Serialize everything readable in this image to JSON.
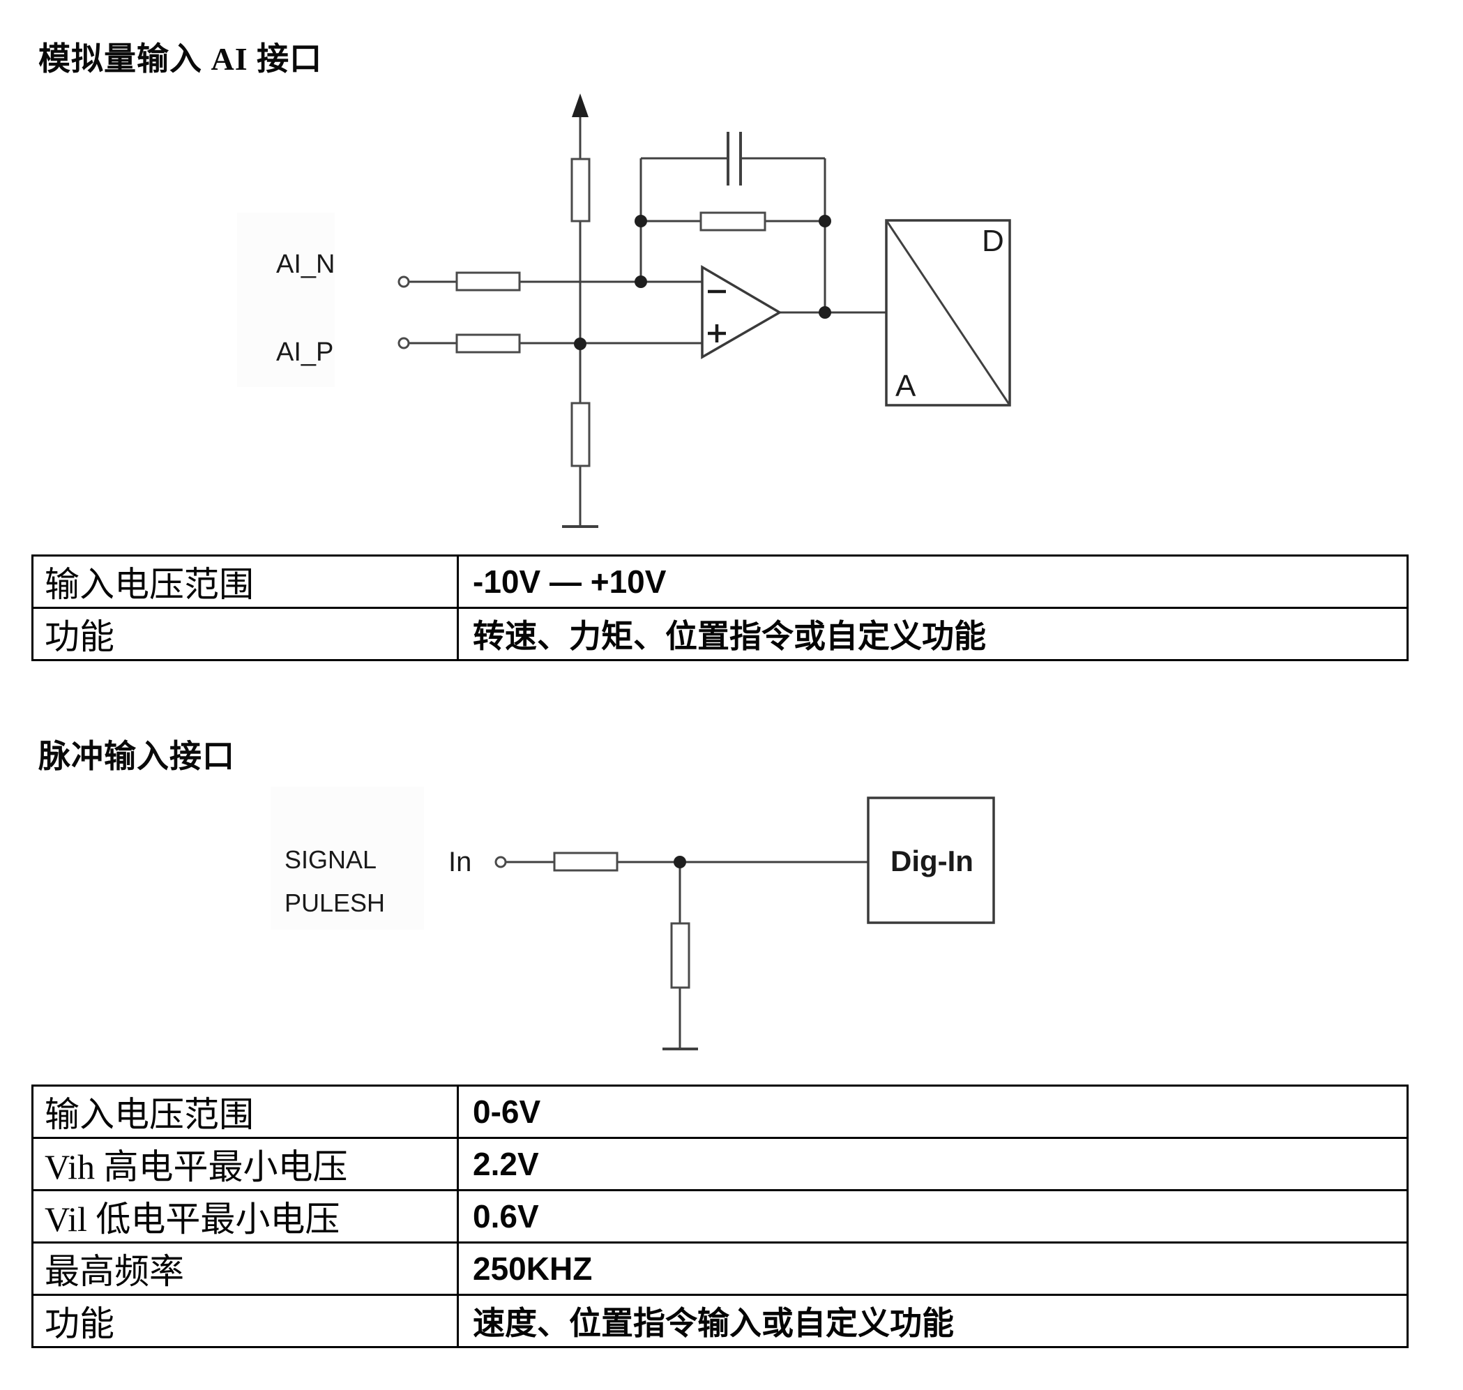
{
  "s1": {
    "heading": "模拟量输入 AI 接口",
    "diagram": {
      "ai_n": "AI_N",
      "ai_p": "AI_P",
      "opamp_minus": "−",
      "opamp_plus": "+",
      "adc_d": "D",
      "adc_a": "A"
    },
    "table": {
      "rows": [
        {
          "label": "输入电压范围",
          "value": "-10V — +10V"
        },
        {
          "label": "功能",
          "value": "转速、力矩、位置指令或自定义功能"
        }
      ]
    }
  },
  "s2": {
    "heading": "脉冲输入接口",
    "diagram": {
      "signal": "SIGNAL",
      "pulesh": "PULESH",
      "in_label": "In",
      "block": "Dig-In"
    },
    "table": {
      "rows": [
        {
          "label": "输入电压范围",
          "value": "0-6V"
        },
        {
          "label": "Vih 高电平最小电压",
          "value": "2.2V"
        },
        {
          "label": "Vil 低电平最小电压",
          "value": "0.6V"
        },
        {
          "label": "最高频率",
          "value": "250KHZ"
        },
        {
          "label": "功能",
          "value": "速度、位置指令输入或自定义功能"
        }
      ]
    }
  }
}
